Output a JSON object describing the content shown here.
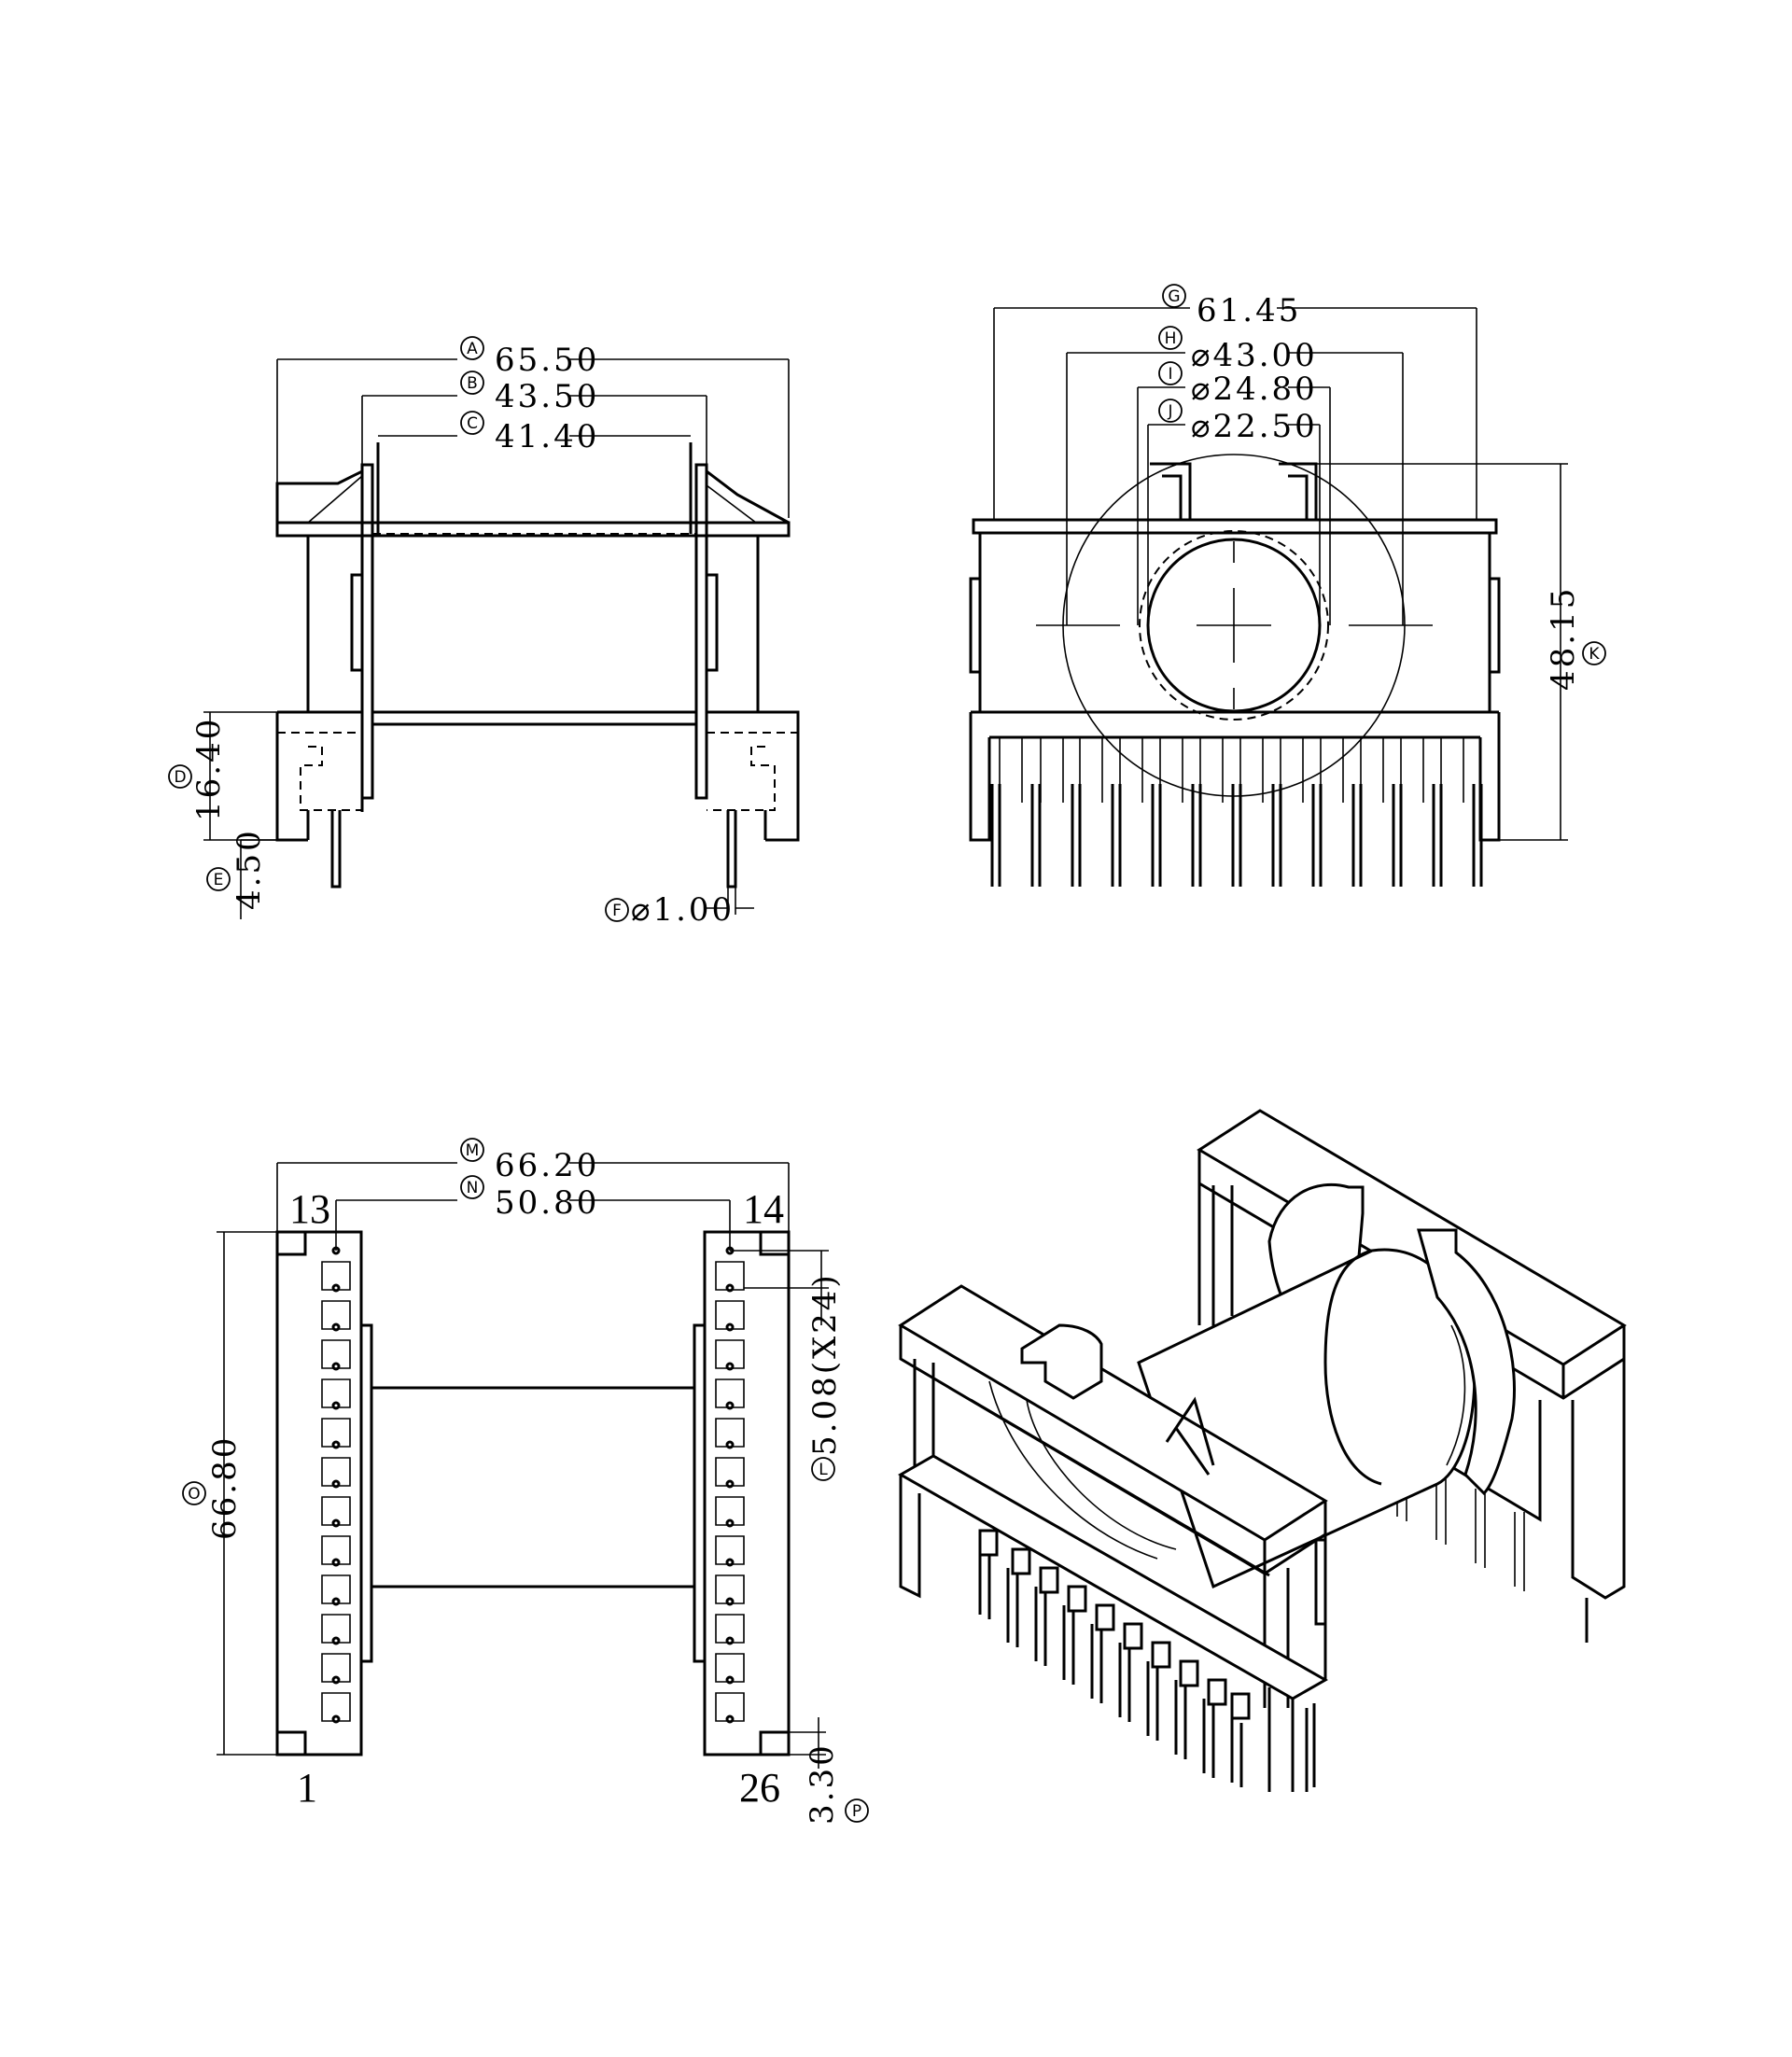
{
  "dims": {
    "A": {
      "letter": "A",
      "value": "65.50"
    },
    "B": {
      "letter": "B",
      "value": "43.50"
    },
    "C": {
      "letter": "C",
      "value": "41.40"
    },
    "D": {
      "letter": "D",
      "value": "16.40"
    },
    "E": {
      "letter": "E",
      "value": "4.50"
    },
    "F": {
      "letter": "F",
      "value": "⌀1.00"
    },
    "G": {
      "letter": "G",
      "value": "61.45"
    },
    "H": {
      "letter": "H",
      "value": "⌀43.00"
    },
    "I": {
      "letter": "I",
      "value": "⌀24.80"
    },
    "J": {
      "letter": "J",
      "value": "⌀22.50"
    },
    "K": {
      "letter": "K",
      "value": "48.15"
    },
    "M": {
      "letter": "M",
      "value": "66.20"
    },
    "N": {
      "letter": "N",
      "value": "50.80"
    },
    "O": {
      "letter": "O",
      "value": "66.80"
    },
    "L": {
      "letter": "L",
      "value": "5.08(X24)"
    },
    "P": {
      "letter": "P",
      "value": "3.30"
    }
  },
  "pins": {
    "p13": "13",
    "p14": "14",
    "p1": "1",
    "p26": "26"
  }
}
